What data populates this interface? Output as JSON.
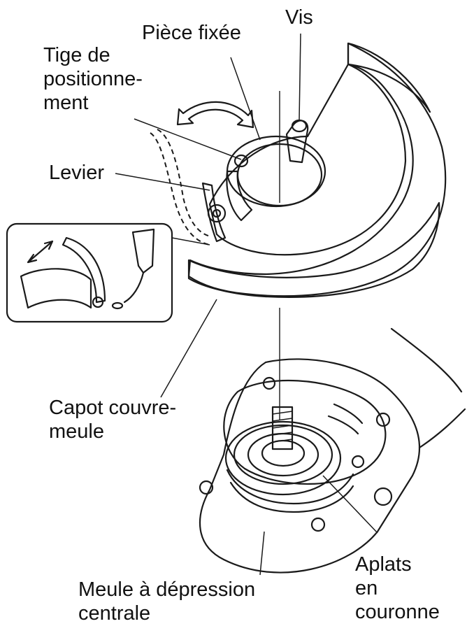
{
  "labels": {
    "piece_fixee": "Pièce fixée",
    "vis": "Vis",
    "tige": "Tige de\npositionne-\nment",
    "levier": "Levier",
    "capot": "Capot couvre-\nmeule",
    "meule": "Meule à dépression\ncentrale",
    "aplats": "Aplats\nen\ncouronne"
  },
  "colors": {
    "line": "#1a1a1a",
    "gray_fill": "#d9d9d9",
    "light_gray": "#eeeeee"
  }
}
